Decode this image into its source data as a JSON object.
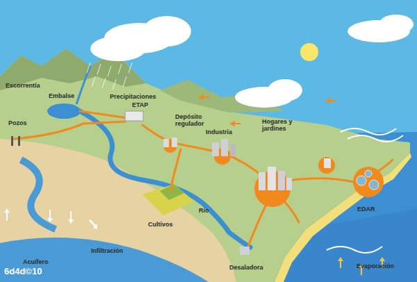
{
  "diagram": {
    "labels": [
      "Precipitaciones",
      "Escorrentía",
      "Embalse",
      "ETAP",
      "Pozos",
      "Depósito regulador",
      "Industria",
      "Hogares y jardines",
      "Río",
      "Cultivos",
      "EDAR",
      "Acuífero",
      "Infiltración",
      "Desaladora",
      "Evaporación",
      "6d4d©10"
    ]
  }
}
